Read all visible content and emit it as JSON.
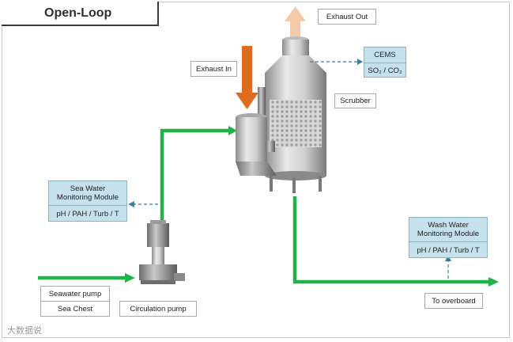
{
  "title": "Open-Loop",
  "labels": {
    "exhaust_out": "Exhaust Out",
    "exhaust_in": "Exhaust In",
    "scrubber": "Scrubber",
    "seawater_pump": "Seawater pump",
    "sea_chest": "Sea Chest",
    "circulation_pump": "Circulation  pump",
    "to_overboard": "To overboard"
  },
  "modules": {
    "cems": {
      "name": "CEMS",
      "params": "SO₂ / CO₂"
    },
    "sea_water": {
      "name_line1": "Sea Water",
      "name_line2": "Monitoring Module",
      "params": "pH / PAH / Turb / T"
    },
    "wash_water": {
      "name_line1": "Wash Water",
      "name_line2": "Monitoring Module",
      "params": "pH / PAH / Turb / T"
    }
  },
  "watermark": "大数据说",
  "colors": {
    "pipe_green": "#1fb34a",
    "exhaust_in_arrow": "#e06a1e",
    "exhaust_out_arrow": "#f5c8a8",
    "module_fill": "#c5e1ec",
    "dashed_link": "#3b7f9a"
  }
}
